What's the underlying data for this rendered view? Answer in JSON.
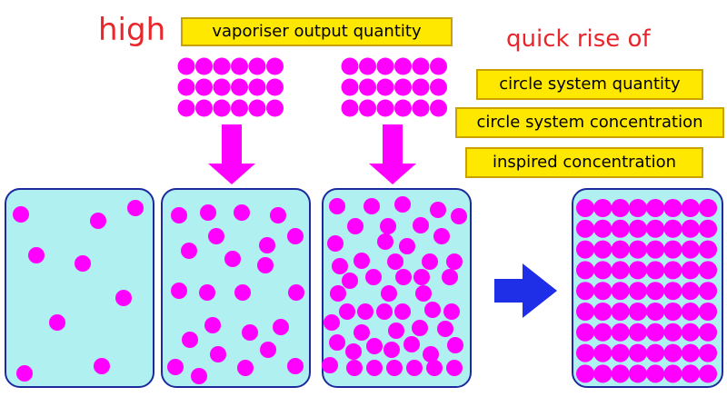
{
  "heading_word": "high",
  "vaporiser_label": "vaporiser output quantity",
  "quick_rise_label": "quick rise of",
  "effects": [
    "circle system quantity",
    "circle system concentration",
    "inspired concentration"
  ],
  "colors": {
    "particle": "#ff00ff",
    "container_fill": "#b0f0f0",
    "container_stroke": "#1c2a9e",
    "down_arrow": "#ff00ff",
    "result_arrow": "#1f2fe8",
    "accent_red": "#e8262b",
    "label_fill": "#ffe800"
  },
  "icons": [
    "particle-dot-icon",
    "down-arrow-icon",
    "right-arrow-icon"
  ]
}
